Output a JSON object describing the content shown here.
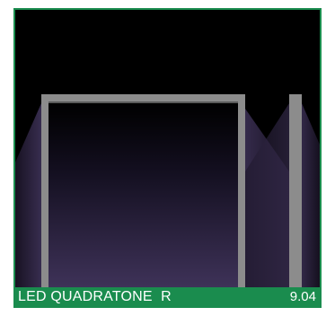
{
  "product": {
    "name": "LED QUADRATONE  R",
    "code": "9.04"
  },
  "colors": {
    "frame_border": "#1a8c4e",
    "label_background": "#1a8c4e",
    "label_text": "#ffffff",
    "background": "#000000",
    "post": "#8c8c8c",
    "light_glow": "#4a3a68"
  },
  "scene": {
    "depicts": "light-fixture-illustration",
    "fixtures": [
      "portal-frame",
      "single-post"
    ]
  }
}
